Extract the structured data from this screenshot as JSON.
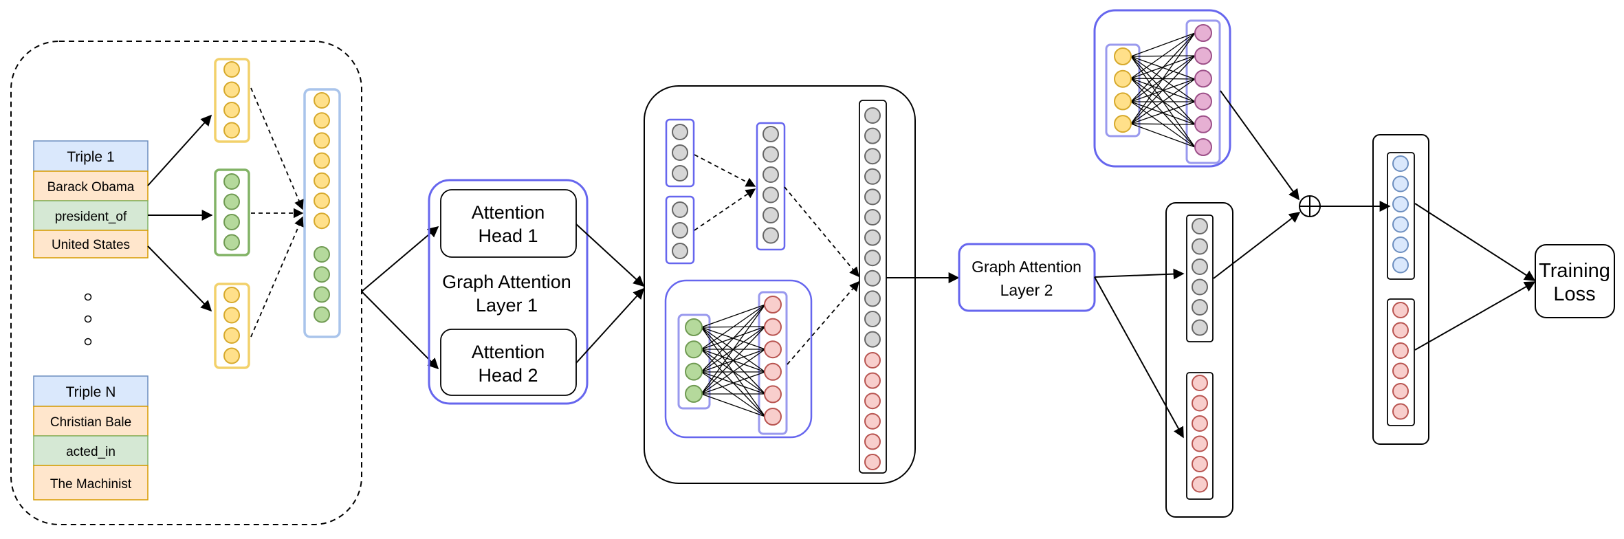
{
  "triples": [
    {
      "header": "Triple 1",
      "head": "Barack Obama",
      "relation": "president_of",
      "tail": "United States"
    },
    {
      "header": "Triple N",
      "head": "Christian Bale",
      "relation": "acted_in",
      "tail": "The Machinist"
    }
  ],
  "graph_attention_layer_1": {
    "title_line1": "Graph Attention",
    "title_line2": "Layer 1",
    "head1_line1": "Attention",
    "head1_line2": "Head 1",
    "head2_line1": "Attention",
    "head2_line2": "Head 2"
  },
  "graph_attention_layer_2": {
    "line1": "Graph Attention",
    "line2": "Layer 2"
  },
  "training_loss": {
    "line1": "Training",
    "line2": "Loss"
  },
  "colors": {
    "entity_fill": "#fce8b2",
    "entity_stroke": "#e8c35a",
    "entity_group": "#f2d16b",
    "relation_fill": "#d5e8d4",
    "relation_stroke": "#82b366",
    "relation_group": "#82b366",
    "header_fill": "#dae8fc",
    "header_stroke": "#6c8ebf",
    "concat_group": "#a9c4eb",
    "layer_stroke": "#6666ee",
    "gray_fill": "#d6d6d6",
    "gray_stroke": "#666666",
    "red_fill": "#f8cecc",
    "red_stroke": "#b85450",
    "purple_fill": "#e6b0d3",
    "purple_stroke": "#9c4f88",
    "blue_fill": "#dae8fc",
    "blue_stroke": "#6c8ebf",
    "yellow_node_fill": "#ffe08a",
    "yellow_node_stroke": "#d6a92c",
    "green_node_fill": "#b5d99c",
    "green_node_stroke": "#6f9a52"
  }
}
